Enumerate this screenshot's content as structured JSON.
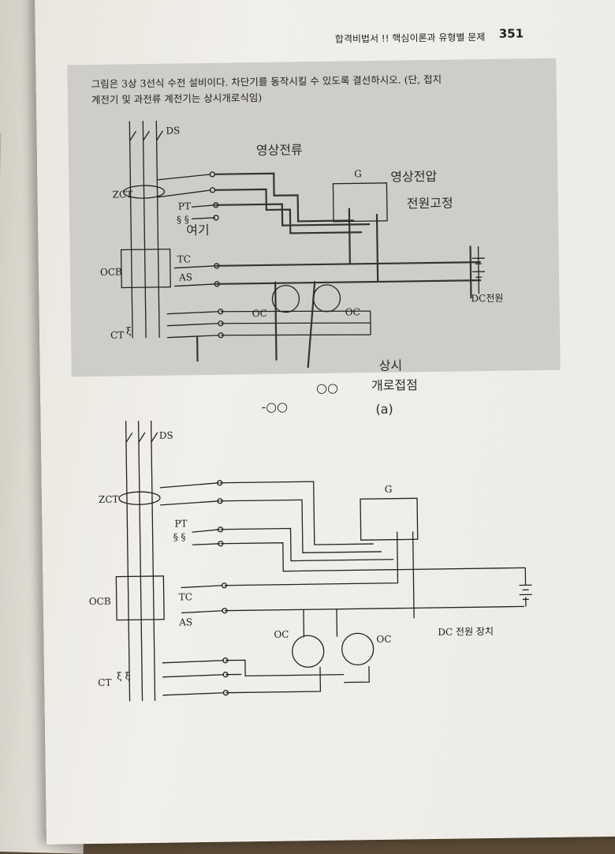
{
  "book": {
    "header": "합격비법서 !! 핵심이론과 유형별 문제",
    "page_number": "351"
  },
  "question": {
    "line1": "그림은 3상 3선식 수전 설비이다. 차단기를 동작시킬 수 있도록 결선하시오. (단, 접지",
    "line2": "계전기 및 과전류 계전기는 상시개로식임)"
  },
  "top_diagram": {
    "labels": {
      "ds": "DS",
      "zct": "ZCT",
      "pt": "PT",
      "ocb": "OCB",
      "tc": "TC",
      "as": "AS",
      "ct": "CT",
      "g": "G",
      "oc_left": "OC",
      "oc_right": "OC",
      "dc": "DC전원"
    },
    "handwritten": {
      "top": "영상전류",
      "g_note1": "영상전압",
      "g_note2": "전원고정",
      "pt_note": "여기",
      "bottom_note1": "상시",
      "bottom_note2": "개로접점",
      "bottom_note3": "(a)"
    }
  },
  "bottom_diagram": {
    "labels": {
      "ds": "DS",
      "zct": "ZCT",
      "pt": "PT",
      "ocb": "OCB",
      "tc": "TC",
      "as": "AS",
      "ct": "CT",
      "g": "G",
      "oc_left": "OC",
      "oc_right": "OC",
      "dc": "DC 전원 장치"
    }
  }
}
